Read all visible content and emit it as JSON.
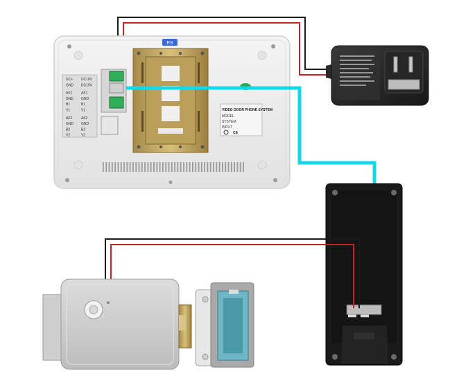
{
  "monitor": {
    "terminal_labels_left": [
      {
        "a": "DC+",
        "b": "DC18V"
      },
      {
        "a": "GND",
        "b": "DC15V"
      },
      {
        "a": "AK1",
        "b": "AK1"
      },
      {
        "a": "GND",
        "b": "GND"
      },
      {
        "a": "B1",
        "b": "B1"
      },
      {
        "a": "V1",
        "b": "V1"
      },
      {
        "a": "AK2",
        "b": "AK2"
      },
      {
        "a": "GND",
        "b": "GND"
      },
      {
        "a": "B2",
        "b": "B2"
      },
      {
        "a": "V2",
        "b": "V2"
      }
    ],
    "badge_text": "ES"
  },
  "label_sticker": {
    "title": "VIDEO DOOR PHONE SYSTEM",
    "line1": "MODEL",
    "line2": "SYSTEM",
    "line3": "INPUT"
  },
  "colors": {
    "wire_black": "#1a1a1a",
    "wire_red": "#c8202a",
    "wire_cyan": "#19d6e6",
    "monitor_body": "#ececec",
    "adapter_body": "#2a2a2a"
  }
}
